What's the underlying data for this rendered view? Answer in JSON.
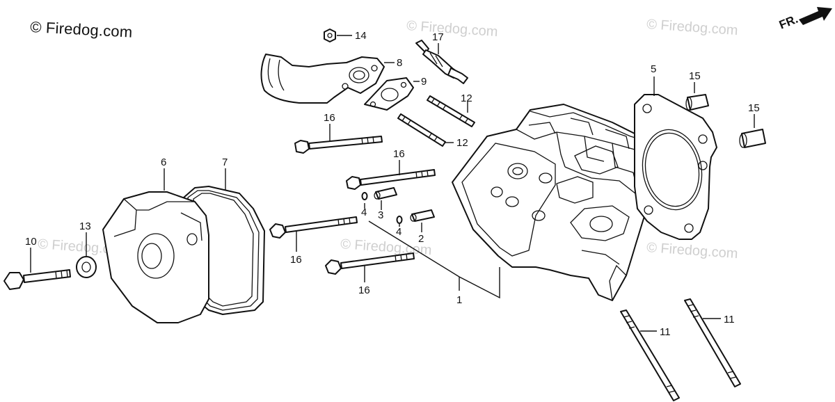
{
  "copyright": "© Firedog.com",
  "watermark": "© Firedog.com",
  "front_label": "FR.",
  "callouts": {
    "c1": "1",
    "c2": "2",
    "c3": "3",
    "c4a": "4",
    "c4b": "4",
    "c5": "5",
    "c6": "6",
    "c7": "7",
    "c8": "8",
    "c9": "9",
    "c10": "10",
    "c11a": "11",
    "c11b": "11",
    "c12a": "12",
    "c12b": "12",
    "c13": "13",
    "c14": "14",
    "c15a": "15",
    "c15b": "15",
    "c16a": "16",
    "c16b": "16",
    "c16c": "16",
    "c16d": "16",
    "c17": "17"
  }
}
